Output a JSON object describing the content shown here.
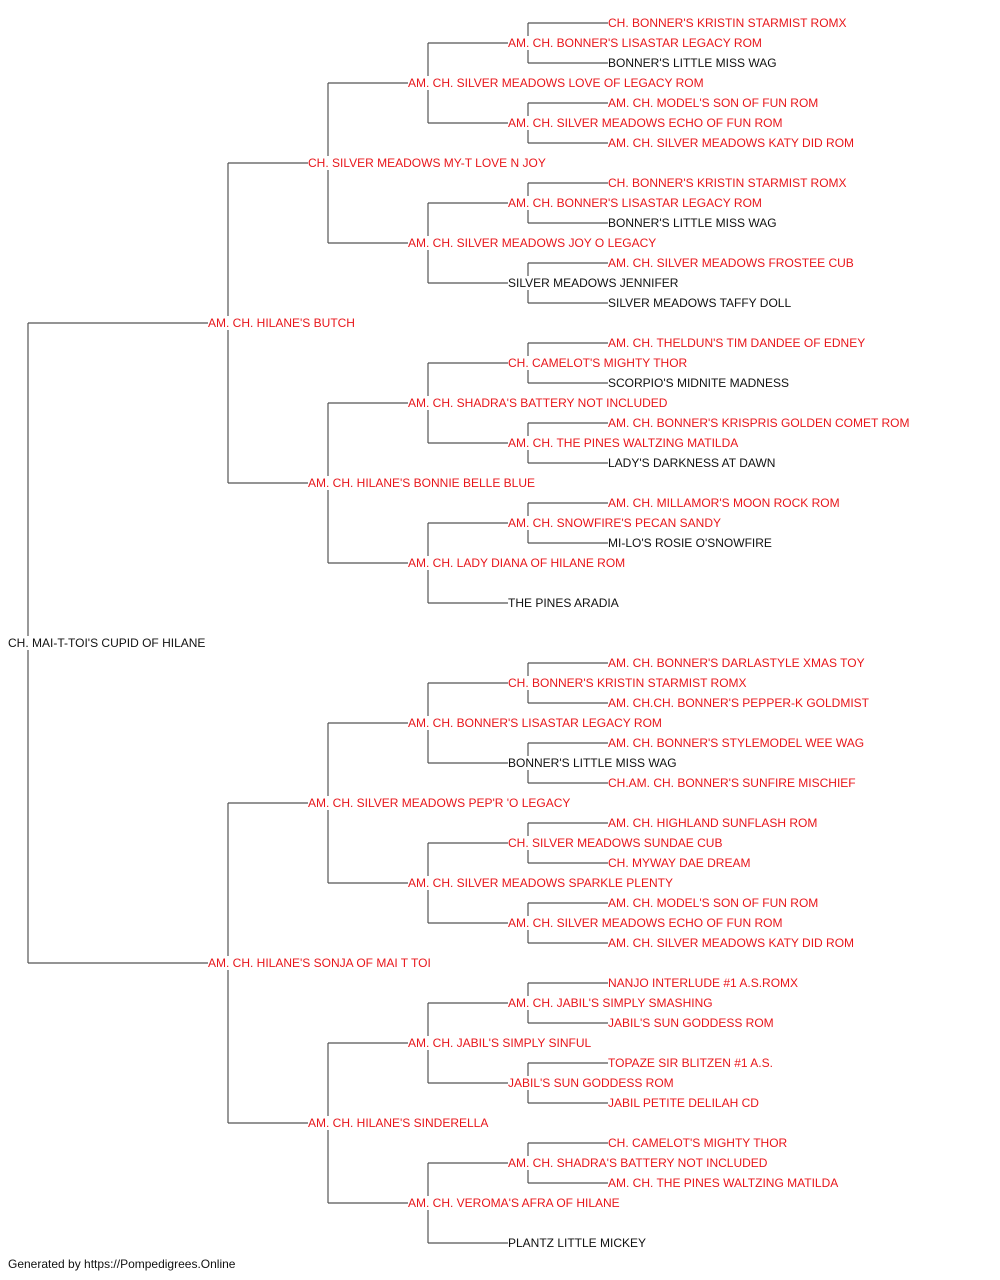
{
  "colors": {
    "champion": "#e8161b",
    "regular": "#111111",
    "line": "#555555"
  },
  "pedigree": {
    "name": "CH. MAI-T-TOI'S CUPID OF HILANE",
    "titled": false,
    "sire": {
      "name": "AM. CH. HILANE'S BUTCH",
      "titled": true,
      "sire": {
        "name": "CH. SILVER MEADOWS MY-T LOVE N JOY",
        "titled": true,
        "sire": {
          "name": "AM. CH. SILVER MEADOWS LOVE OF LEGACY ROM",
          "titled": true,
          "sire": {
            "name": "AM. CH. BONNER'S LISASTAR LEGACY ROM",
            "titled": true,
            "sire": {
              "name": "CH. BONNER'S KRISTIN STARMIST ROMX",
              "titled": true
            },
            "dam": {
              "name": "BONNER'S LITTLE MISS WAG",
              "titled": false
            }
          },
          "dam": {
            "name": "AM. CH. SILVER MEADOWS ECHO OF FUN ROM",
            "titled": true,
            "sire": {
              "name": "AM. CH. MODEL'S SON OF FUN ROM",
              "titled": true
            },
            "dam": {
              "name": "AM. CH. SILVER MEADOWS KATY DID ROM",
              "titled": true
            }
          }
        },
        "dam": {
          "name": "AM. CH. SILVER MEADOWS JOY O LEGACY",
          "titled": true,
          "sire": {
            "name": "AM. CH. BONNER'S LISASTAR LEGACY ROM",
            "titled": true,
            "sire": {
              "name": "CH. BONNER'S KRISTIN STARMIST ROMX",
              "titled": true
            },
            "dam": {
              "name": "BONNER'S LITTLE MISS WAG",
              "titled": false
            }
          },
          "dam": {
            "name": "SILVER MEADOWS JENNIFER",
            "titled": false,
            "sire": {
              "name": "AM. CH. SILVER MEADOWS FROSTEE CUB",
              "titled": true
            },
            "dam": {
              "name": "SILVER MEADOWS TAFFY DOLL",
              "titled": false
            }
          }
        }
      },
      "dam": {
        "name": "AM. CH. HILANE'S BONNIE BELLE BLUE",
        "titled": true,
        "sire": {
          "name": "AM. CH. SHADRA'S BATTERY NOT INCLUDED",
          "titled": true,
          "sire": {
            "name": "CH. CAMELOT'S MIGHTY THOR",
            "titled": true,
            "sire": {
              "name": "AM. CH. THELDUN'S TIM DANDEE OF EDNEY",
              "titled": true
            },
            "dam": {
              "name": "SCORPIO'S MIDNITE MADNESS",
              "titled": false
            }
          },
          "dam": {
            "name": "AM. CH. THE PINES WALTZING MATILDA",
            "titled": true,
            "sire": {
              "name": "AM. CH. BONNER'S KRISPRIS GOLDEN COMET ROM",
              "titled": true
            },
            "dam": {
              "name": "LADY'S DARKNESS AT DAWN",
              "titled": false
            }
          }
        },
        "dam": {
          "name": "AM. CH. LADY DIANA OF HILANE ROM",
          "titled": true,
          "sire": {
            "name": "AM. CH. SNOWFIRE'S PECAN SANDY",
            "titled": true,
            "sire": {
              "name": "AM. CH. MILLAMOR'S MOON ROCK ROM",
              "titled": true
            },
            "dam": {
              "name": "MI-LO'S ROSIE O'SNOWFIRE",
              "titled": false
            }
          },
          "dam": {
            "name": "THE PINES ARADIA",
            "titled": false
          }
        }
      }
    },
    "dam": {
      "name": "AM. CH. HILANE'S SONJA OF MAI T TOI",
      "titled": true,
      "sire": {
        "name": "AM. CH. SILVER MEADOWS PEP'R 'O LEGACY",
        "titled": true,
        "sire": {
          "name": "AM. CH. BONNER'S LISASTAR LEGACY ROM",
          "titled": true,
          "sire": {
            "name": "CH. BONNER'S KRISTIN STARMIST ROMX",
            "titled": true,
            "sire": {
              "name": "AM. CH. BONNER'S DARLASTYLE XMAS TOY",
              "titled": true
            },
            "dam": {
              "name": "AM. CH.CH. BONNER'S PEPPER-K GOLDMIST",
              "titled": true
            }
          },
          "dam": {
            "name": "BONNER'S LITTLE MISS WAG",
            "titled": false,
            "sire": {
              "name": "AM. CH. BONNER'S STYLEMODEL WEE WAG",
              "titled": true
            },
            "dam": {
              "name": "CH.AM. CH. BONNER'S SUNFIRE MISCHIEF",
              "titled": true
            }
          }
        },
        "dam": {
          "name": "AM. CH. SILVER MEADOWS SPARKLE PLENTY",
          "titled": true,
          "sire": {
            "name": "CH. SILVER MEADOWS SUNDAE CUB",
            "titled": true,
            "sire": {
              "name": "AM. CH. HIGHLAND SUNFLASH ROM",
              "titled": true
            },
            "dam": {
              "name": "CH. MYWAY DAE DREAM",
              "titled": true
            }
          },
          "dam": {
            "name": "AM. CH. SILVER MEADOWS ECHO OF FUN ROM",
            "titled": true,
            "sire": {
              "name": "AM. CH. MODEL'S SON OF FUN ROM",
              "titled": true
            },
            "dam": {
              "name": "AM. CH. SILVER MEADOWS KATY DID ROM",
              "titled": true
            }
          }
        }
      },
      "dam": {
        "name": "AM. CH. HILANE'S SINDERELLA",
        "titled": true,
        "sire": {
          "name": "AM. CH. JABIL'S SIMPLY SINFUL",
          "titled": true,
          "sire": {
            "name": "AM. CH. JABIL'S SIMPLY SMASHING",
            "titled": true,
            "sire": {
              "name": "NANJO INTERLUDE #1 A.S.ROMX",
              "titled": true
            },
            "dam": {
              "name": "JABIL'S SUN GODDESS ROM",
              "titled": true
            }
          },
          "dam": {
            "name": "JABIL'S SUN GODDESS ROM",
            "titled": true,
            "sire": {
              "name": "TOPAZE SIR BLITZEN #1 A.S.",
              "titled": true
            },
            "dam": {
              "name": "JABIL PETITE DELILAH CD",
              "titled": true
            }
          }
        },
        "dam": {
          "name": "AM. CH. VEROMA'S AFRA OF HILANE",
          "titled": true,
          "sire": {
            "name": "AM. CH. SHADRA'S BATTERY NOT INCLUDED",
            "titled": true,
            "sire": {
              "name": "CH. CAMELOT'S MIGHTY THOR",
              "titled": true
            },
            "dam": {
              "name": "AM. CH. THE PINES WALTZING MATILDA",
              "titled": true
            }
          },
          "dam": {
            "name": "PLANTZ LITTLE MICKEY",
            "titled": false
          }
        }
      }
    }
  },
  "footer": "Generated by https://Pompedigrees.Online"
}
